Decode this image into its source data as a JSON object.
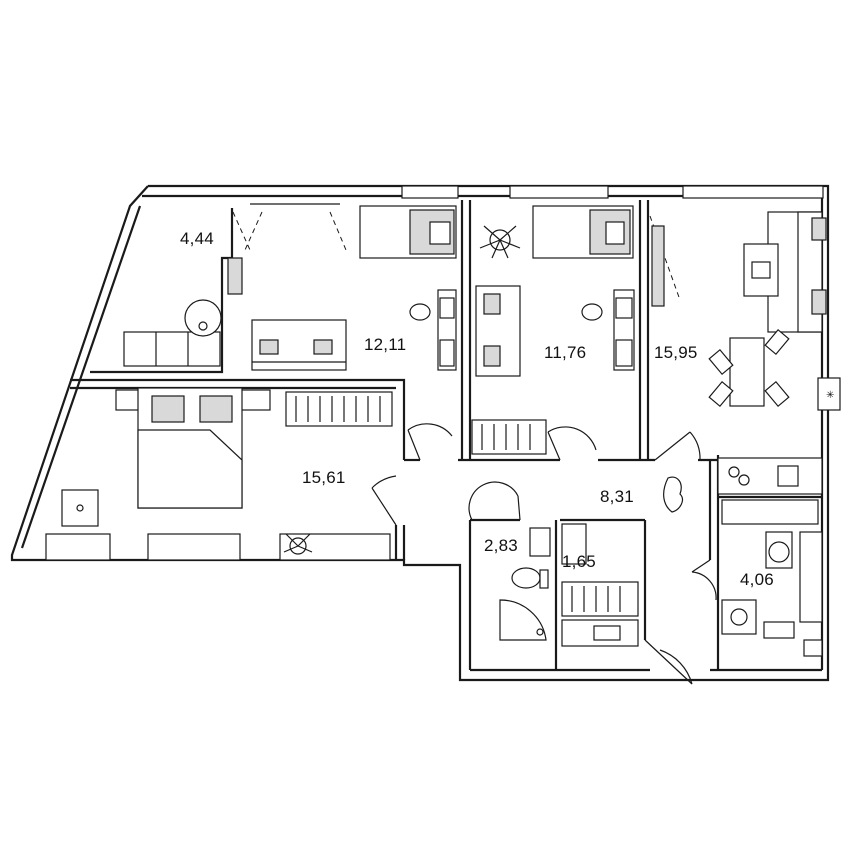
{
  "rooms": [
    {
      "id": "balcony",
      "area": "4,44"
    },
    {
      "id": "bedroom-1",
      "area": "12,11"
    },
    {
      "id": "bedroom-2",
      "area": "11,76"
    },
    {
      "id": "kitchen-living",
      "area": "15,95"
    },
    {
      "id": "bedroom-master",
      "area": "15,61"
    },
    {
      "id": "hallway",
      "area": "8,31"
    },
    {
      "id": "bathroom-1",
      "area": "2,83"
    },
    {
      "id": "wardrobe",
      "area": "1,65"
    },
    {
      "id": "bathroom-2",
      "area": "4,06"
    }
  ]
}
